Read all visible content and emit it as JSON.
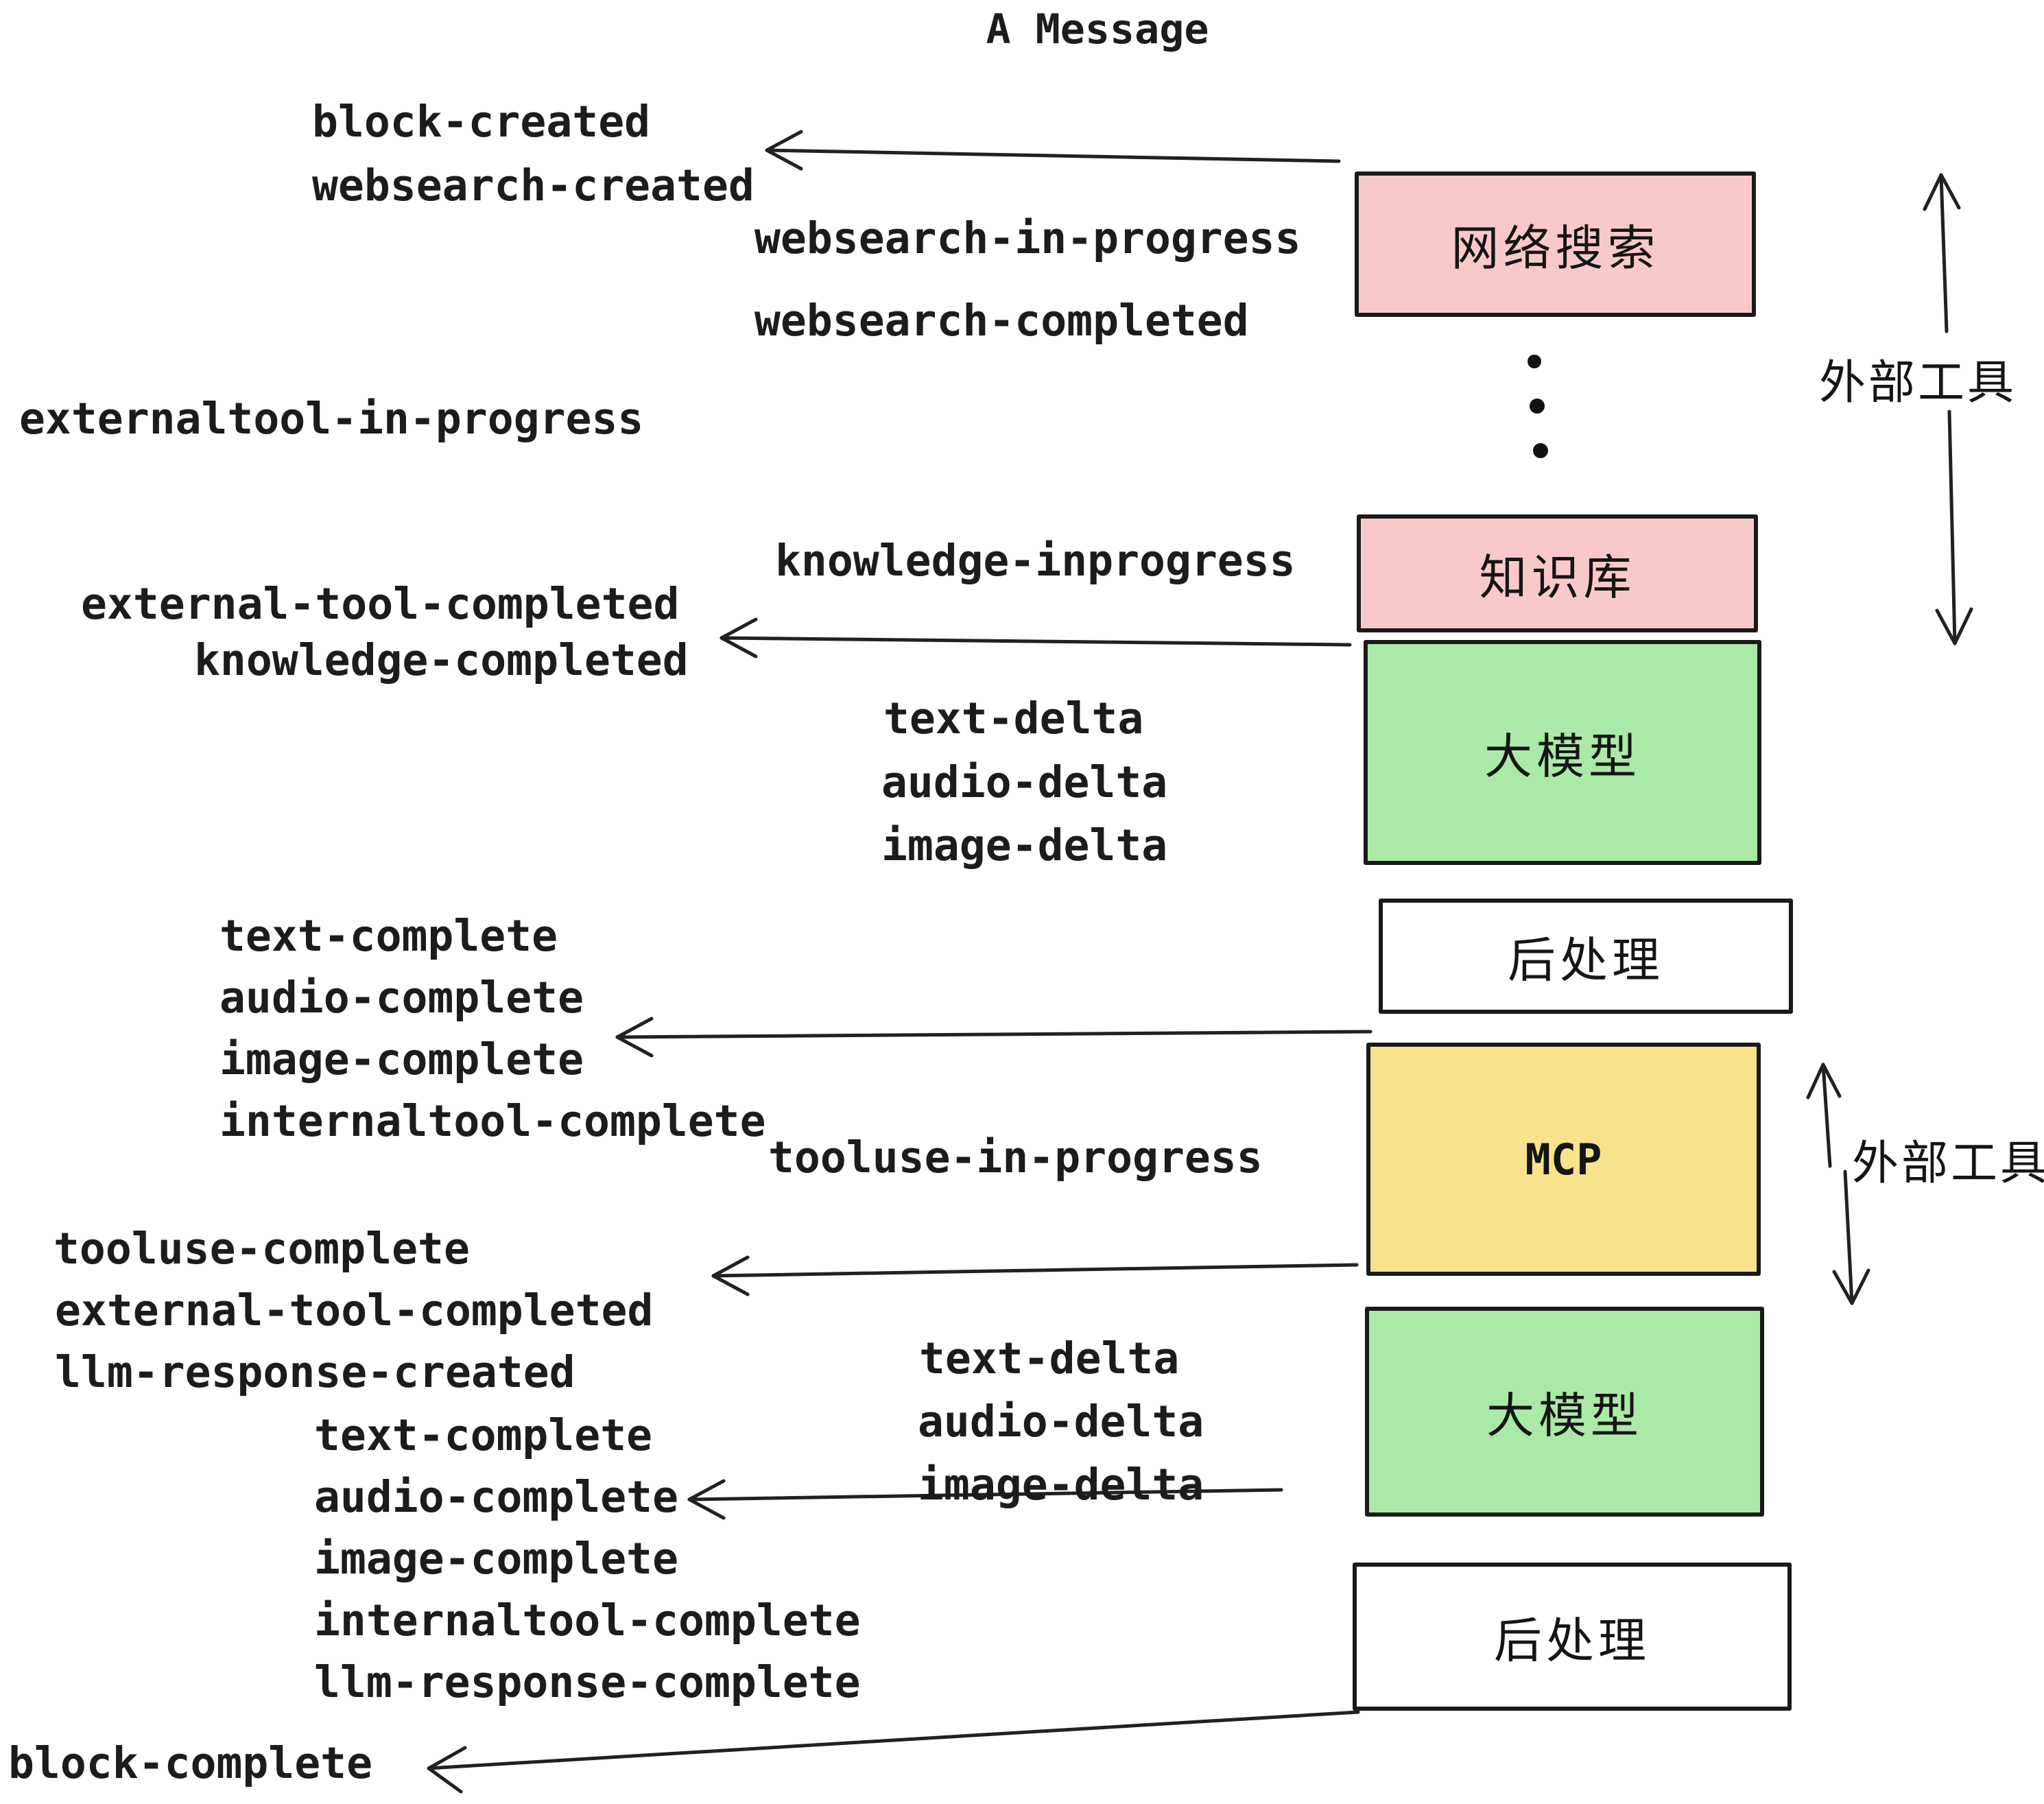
{
  "title": "A Message",
  "colors": {
    "pink": "#F9C9C9",
    "green": "#ABE9A6",
    "yellow": "#F8E38C",
    "white": "#FFFFFF",
    "ink": "#1A1A1A"
  },
  "boxes": {
    "websearch": {
      "label": "网络搜索"
    },
    "knowledge": {
      "label": "知识库"
    },
    "llm": {
      "label": "大模型"
    },
    "post": {
      "label": "后处理"
    },
    "mcp": {
      "label": "MCP"
    }
  },
  "annotations": {
    "external_tools": "外部工具"
  },
  "events": {
    "block_created": "block-created",
    "websearch_created": "websearch-created",
    "websearch_in_progress": "websearch-in-progress",
    "websearch_completed": "websearch-completed",
    "externaltool_in_progress": "externaltool-in-progress",
    "knowledge_inprogress": "knowledge-inprogress",
    "external_tool_completed": "external-tool-completed",
    "knowledge_completed": "knowledge-completed",
    "text_delta": "text-delta",
    "audio_delta": "audio-delta",
    "image_delta": "image-delta",
    "text_complete": "text-complete",
    "audio_complete": "audio-complete",
    "image_complete": "image-complete",
    "internaltool_complete": "internaltool-complete",
    "tooluse_in_progress": "tooluse-in-progress",
    "tooluse_complete": "tooluse-complete",
    "llm_response_created": "llm-response-created",
    "llm_response_complete": "llm-response-complete",
    "block_complete": "block-complete"
  }
}
